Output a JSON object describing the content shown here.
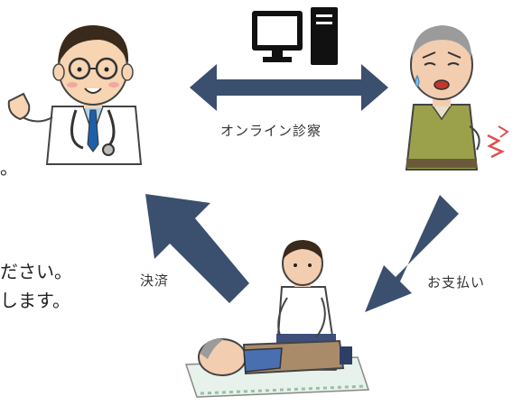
{
  "labels": {
    "online_consultation": "オンライン診察",
    "settlement": "決済",
    "payment": "お支払い"
  },
  "cut_text": {
    "line1": "。",
    "line2": "ださい。",
    "line3": "します。"
  },
  "colors": {
    "arrow": "#3b4f6e",
    "computer": "#111111"
  },
  "icons": [
    "computer-icon",
    "doctor-illustration",
    "patient-illustration",
    "massage-therapist-illustration"
  ]
}
